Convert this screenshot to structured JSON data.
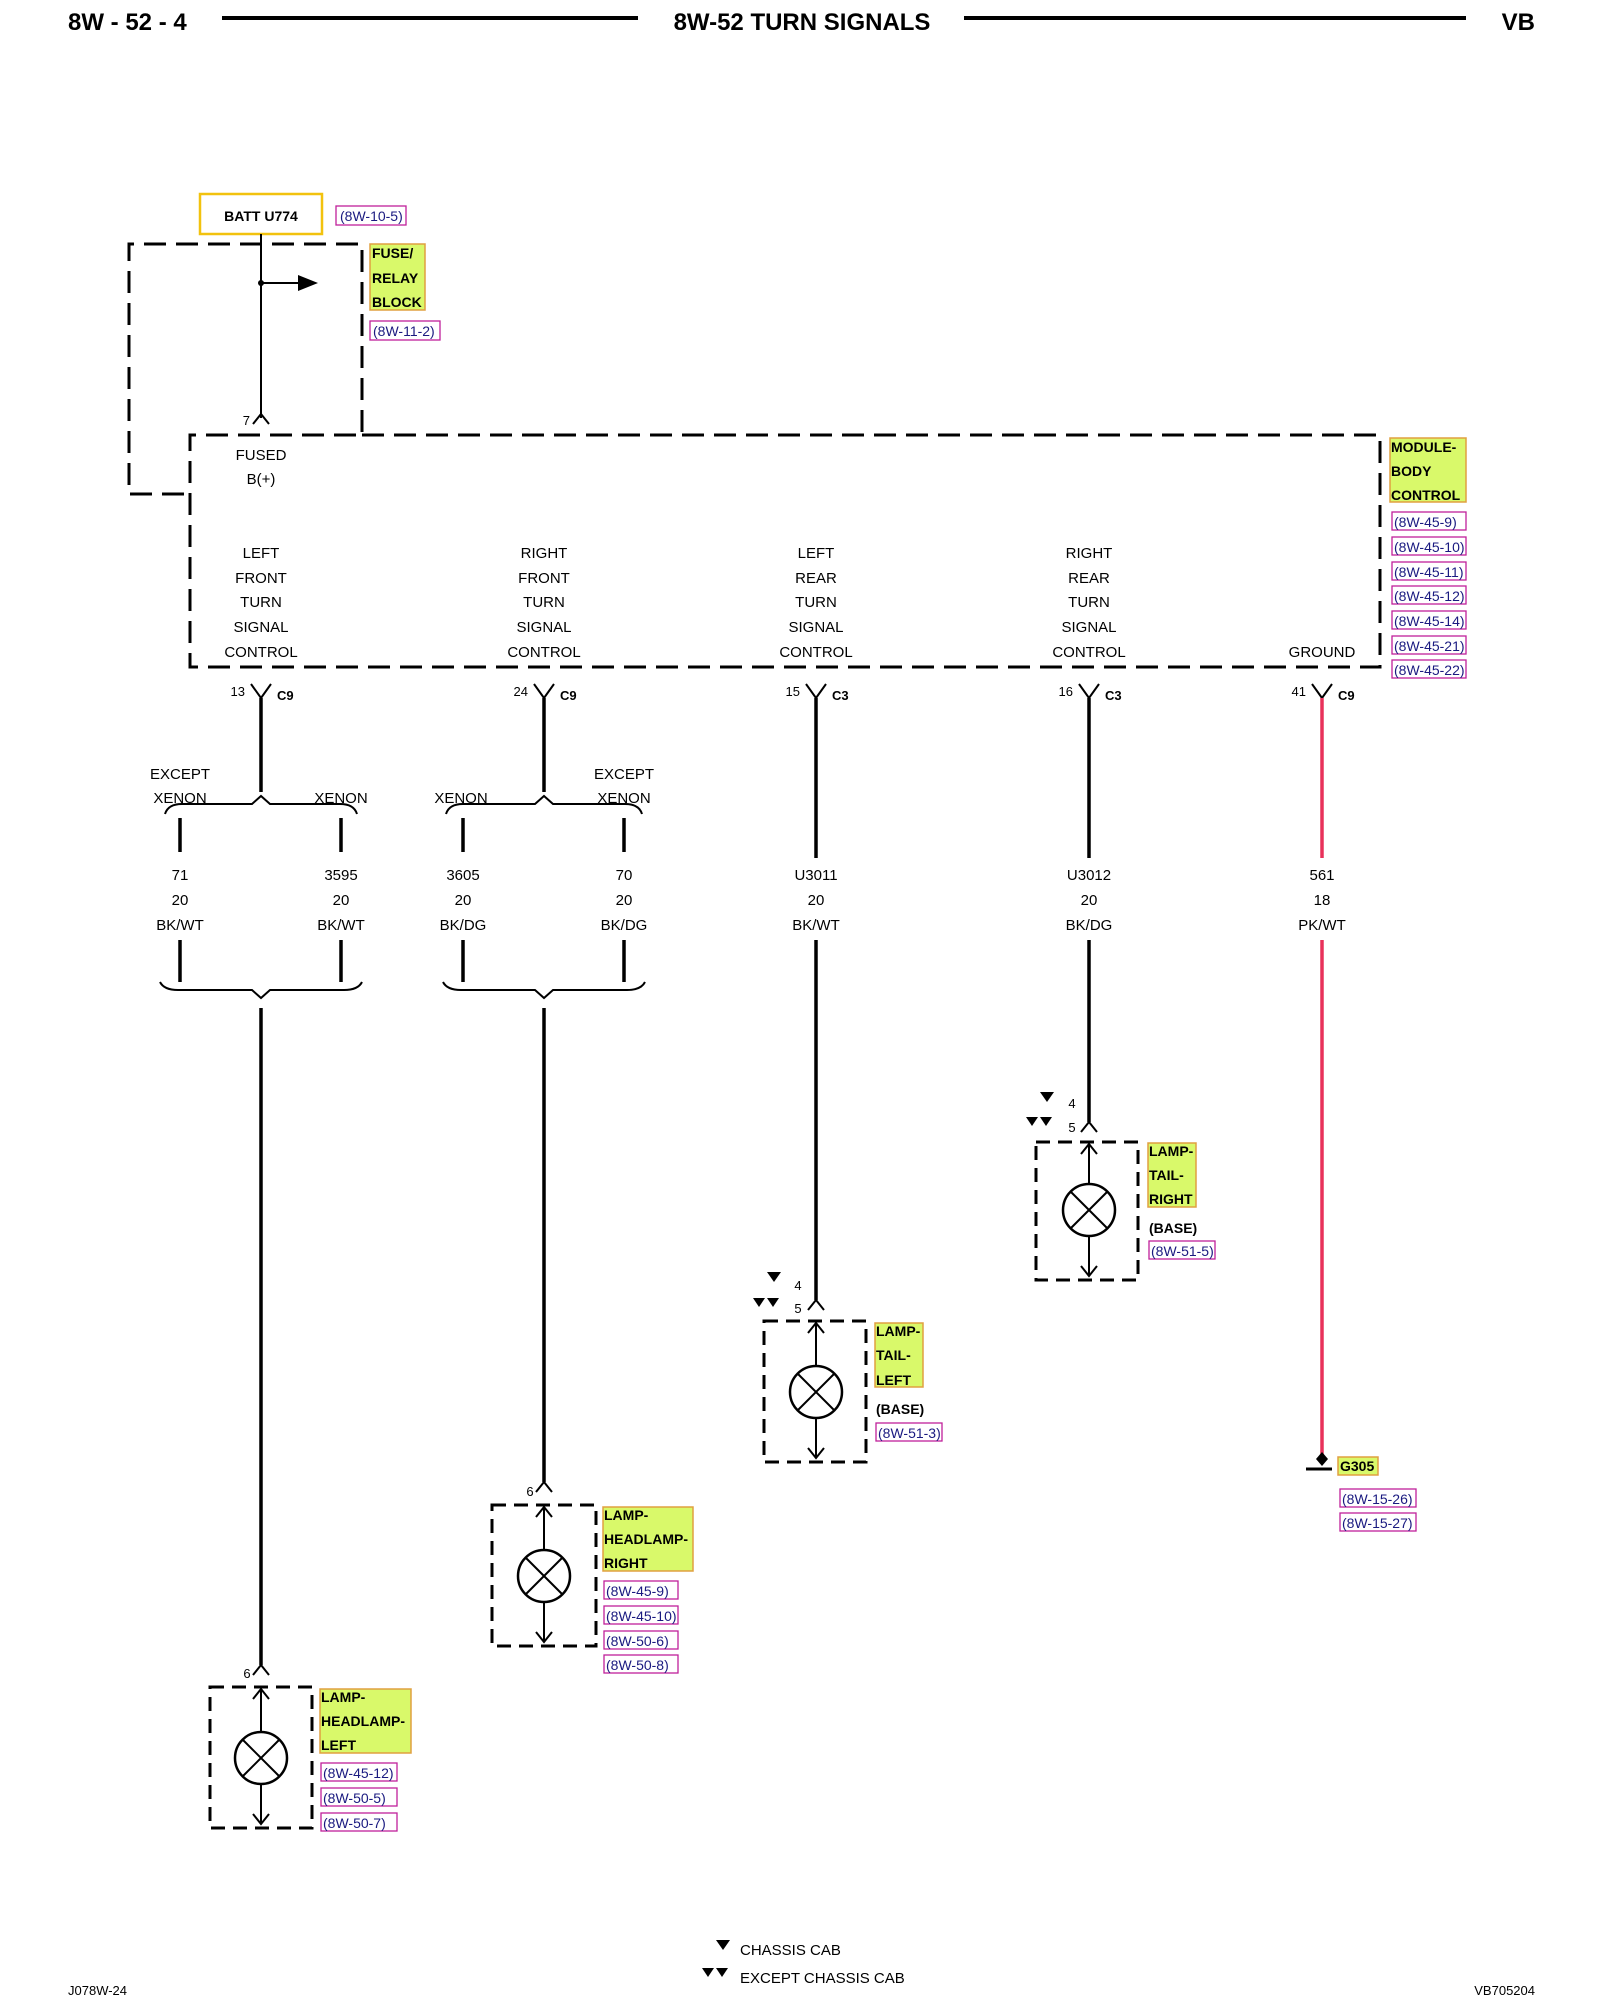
{
  "header": {
    "page_number": "8W - 52 - 4",
    "title": "8W-52 TURN SIGNALS",
    "code": "VB"
  },
  "battery": {
    "label": "BATT U774",
    "ref": "(8W-10-5)"
  },
  "fuse_block": {
    "line1": "FUSE/",
    "line2": "RELAY",
    "line3": "BLOCK",
    "ref": "(8W-11-2)",
    "pin": "7"
  },
  "module": {
    "line1": "MODULE-",
    "line2": "BODY",
    "line3": "CONTROL",
    "refs": [
      "(8W-45-9)",
      "(8W-45-10)",
      "(8W-45-11)",
      "(8W-45-12)",
      "(8W-45-14)",
      "(8W-45-21)",
      "(8W-45-22)"
    ],
    "fused_1": "FUSED",
    "fused_2": "B(+)",
    "functions": [
      [
        "LEFT",
        "FRONT",
        "TURN",
        "SIGNAL",
        "CONTROL"
      ],
      [
        "RIGHT",
        "FRONT",
        "TURN",
        "SIGNAL",
        "CONTROL"
      ],
      [
        "LEFT",
        "REAR",
        "TURN",
        "SIGNAL",
        "CONTROL"
      ],
      [
        "RIGHT",
        "REAR",
        "TURN",
        "SIGNAL",
        "CONTROL"
      ]
    ],
    "ground": "GROUND"
  },
  "connectors": [
    {
      "pin": "13",
      "name": "C9"
    },
    {
      "pin": "24",
      "name": "C9"
    },
    {
      "pin": "15",
      "name": "C3"
    },
    {
      "pin": "16",
      "name": "C3"
    },
    {
      "pin": "41",
      "name": "C9"
    }
  ],
  "splices": {
    "except": "EXCEPT",
    "xenon": "XENON"
  },
  "wires": [
    {
      "circuit": "71",
      "gauge": "20",
      "color": "BK/WT"
    },
    {
      "circuit": "3595",
      "gauge": "20",
      "color": "BK/WT"
    },
    {
      "circuit": "3605",
      "gauge": "20",
      "color": "BK/DG"
    },
    {
      "circuit": "70",
      "gauge": "20",
      "color": "BK/DG"
    },
    {
      "circuit": "U3011",
      "gauge": "20",
      "color": "BK/WT"
    },
    {
      "circuit": "U3012",
      "gauge": "20",
      "color": "BK/DG"
    },
    {
      "circuit": "561",
      "gauge": "18",
      "color": "PK/WT"
    }
  ],
  "lamps": {
    "tail_right": {
      "line1": "LAMP-",
      "line2": "TAIL-",
      "line3": "RIGHT",
      "note": "(BASE)",
      "ref": "(8W-51-5)",
      "pin_a": "4",
      "pin_b": "5"
    },
    "tail_left": {
      "line1": "LAMP-",
      "line2": "TAIL-",
      "line3": "LEFT",
      "note": "(BASE)",
      "ref": "(8W-51-3)",
      "pin_a": "4",
      "pin_b": "5"
    },
    "headlamp_right": {
      "line1": "LAMP-",
      "line2": "HEADLAMP-",
      "line3": "RIGHT",
      "refs": [
        "(8W-45-9)",
        "(8W-45-10)",
        "(8W-50-6)",
        "(8W-50-8)"
      ],
      "pin": "6"
    },
    "headlamp_left": {
      "line1": "LAMP-",
      "line2": "HEADLAMP-",
      "line3": "LEFT",
      "refs": [
        "(8W-45-12)",
        "(8W-50-5)",
        "(8W-50-7)"
      ],
      "pin": "6"
    }
  },
  "ground_point": {
    "name": "G305",
    "refs": [
      "(8W-15-26)",
      "(8W-15-27)"
    ]
  },
  "legend": {
    "single": "CHASSIS CAB",
    "double": "EXCEPT CHASSIS CAB"
  },
  "footer": {
    "left": "J078W-24",
    "right": "VB705204"
  },
  "colors": {
    "wire": "#000000",
    "ground_wire": "#e8315a",
    "component_highlight": "#d9f96a",
    "battery_box": "#f2c20e",
    "ref_box": "#c0209a"
  }
}
